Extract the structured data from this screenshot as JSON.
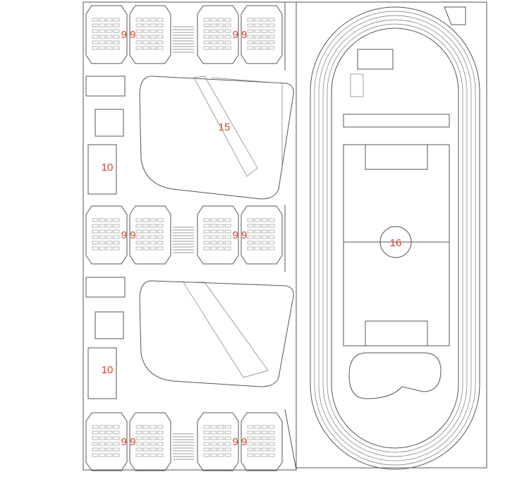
{
  "plan": {
    "classroom_labels": [
      "9",
      "9",
      "9",
      "9",
      "9",
      "9",
      "9",
      "9",
      "9",
      "9",
      "9",
      "9"
    ],
    "service_labels": [
      "10",
      "10"
    ],
    "courtyard_label": "15",
    "field_label": "16",
    "accent_color": "#d2452a"
  }
}
